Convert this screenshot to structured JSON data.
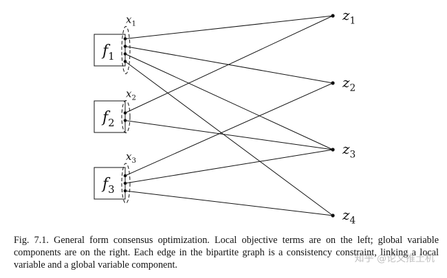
{
  "factors": [
    {
      "name": "f",
      "index": "1",
      "var_name": "x",
      "var_index": "1"
    },
    {
      "name": "f",
      "index": "2",
      "var_name": "x",
      "var_index": "2"
    },
    {
      "name": "f",
      "index": "3",
      "var_name": "x",
      "var_index": "3"
    }
  ],
  "globals": [
    {
      "name": "z",
      "index": "1"
    },
    {
      "name": "z",
      "index": "2"
    },
    {
      "name": "z",
      "index": "3"
    },
    {
      "name": "z",
      "index": "4"
    }
  ],
  "edges": [
    {
      "factor": 0,
      "component": 0,
      "global": 0
    },
    {
      "factor": 0,
      "component": 1,
      "global": 1
    },
    {
      "factor": 0,
      "component": 2,
      "global": 2
    },
    {
      "factor": 0,
      "component": 3,
      "global": 3
    },
    {
      "factor": 1,
      "component": 0,
      "global": 0
    },
    {
      "factor": 1,
      "component": 1,
      "global": 2
    },
    {
      "factor": 2,
      "component": 0,
      "global": 1
    },
    {
      "factor": 2,
      "component": 1,
      "global": 2
    },
    {
      "factor": 2,
      "component": 2,
      "global": 3
    }
  ],
  "caption": "Fig. 7.1. General form consensus optimization. Local objective terms are on the left; global variable components are on the right. Each edge in the bipartite graph is a consistency constraint, linking a local variable and a global variable component.",
  "watermark": "知乎 @论文推土机"
}
